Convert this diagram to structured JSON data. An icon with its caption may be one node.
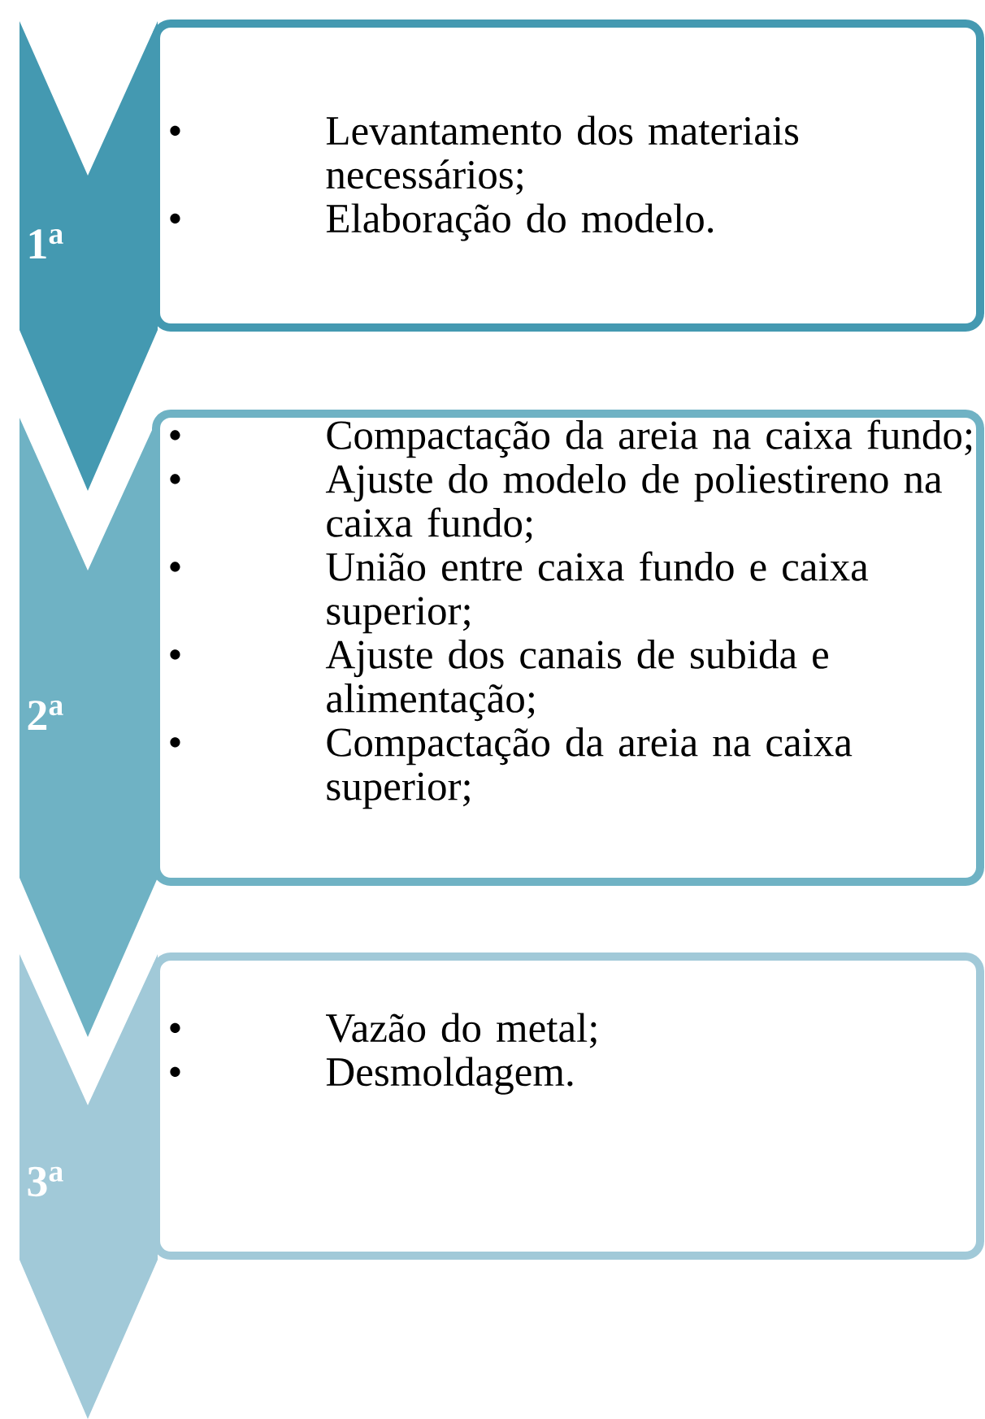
{
  "diagram": {
    "nodes": [
      {
        "text": [
          "1$^{a}$"
        ]
      },
      {
        "text": [
          "Levantamento dos materiais necessários;",
          "Elaboração do modelo."
        ]
      },
      {
        "text": [
          "2$^{a}$"
        ]
      },
      {
        "text": [
          "Compactação da areia na caixa fundo;",
          "Ajuste do modelo de poliestireno na caixa fundo;",
          "União entre caixa fundo e caixa superior;",
          "Ajuste dos canais de subida e alimentação;",
          "Compactação da areia na caixa superior;"
        ]
      },
      {
        "text": [
          "3$^{a}$"
        ]
      },
      {
        "text": [
          "Vazão do metal;",
          "Desmoldagem."
        ]
      }
    ],
    "labels": [
      "•",
      "•",
      "•",
      "•",
      "•",
      "•",
      "•",
      "•",
      "•"
    ]
  }
}
